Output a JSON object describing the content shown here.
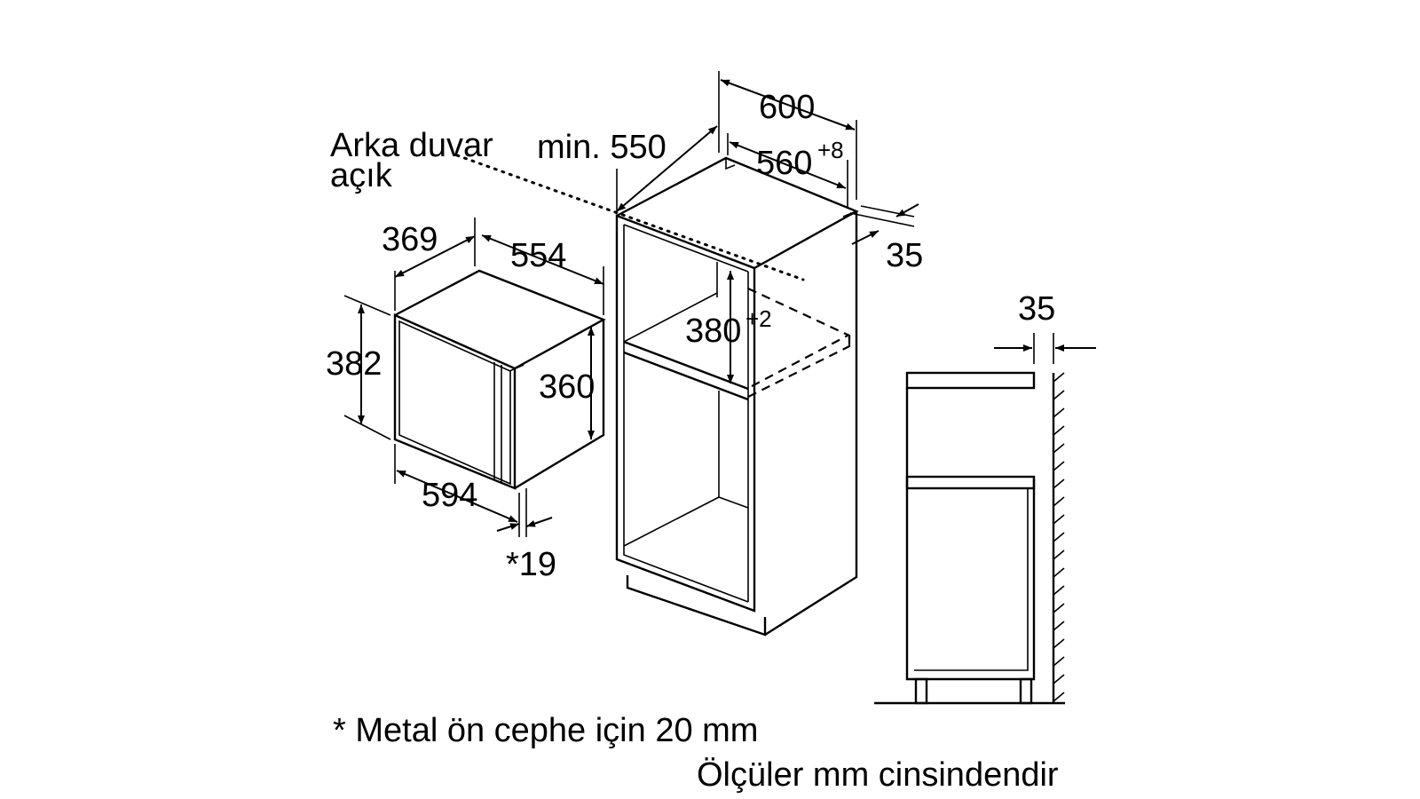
{
  "labels": {
    "rear_wall_line1": "Arka duvar",
    "rear_wall_line2": "açık",
    "min_depth": "min. 550",
    "niche_width_total": "600",
    "niche_width": "560",
    "niche_width_tol": "+8",
    "niche_side_right": "35",
    "appliance_depth": "369",
    "appliance_inner_width": "554",
    "appliance_height": "382",
    "appliance_inner_height": "360",
    "appliance_width": "594",
    "front_thickness": "*19",
    "niche_height": "380",
    "niche_height_tol": "+2",
    "side_detail_gap": "35"
  },
  "notes": {
    "footnote": "* Metal ön cephe için 20 mm",
    "units": "Ölçüler mm cinsindendir"
  }
}
